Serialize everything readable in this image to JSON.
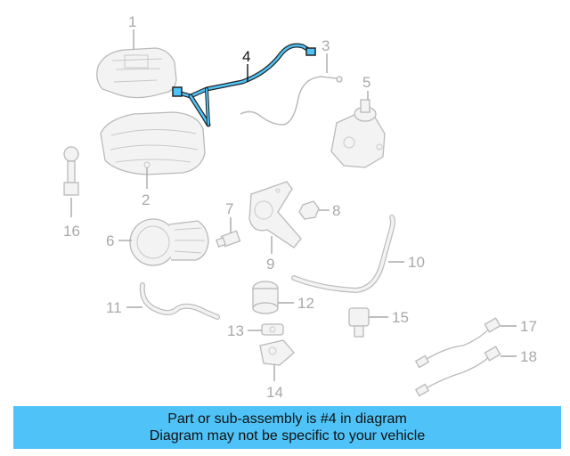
{
  "diagram": {
    "highlight_color": "#4fc3f7",
    "highlighted_part": "4",
    "callouts": [
      {
        "id": "1",
        "label": "1"
      },
      {
        "id": "2",
        "label": "2"
      },
      {
        "id": "3",
        "label": "3"
      },
      {
        "id": "4",
        "label": "4"
      },
      {
        "id": "5",
        "label": "5"
      },
      {
        "id": "6",
        "label": "6"
      },
      {
        "id": "7",
        "label": "7"
      },
      {
        "id": "8",
        "label": "8"
      },
      {
        "id": "9",
        "label": "9"
      },
      {
        "id": "10",
        "label": "10"
      },
      {
        "id": "11",
        "label": "11"
      },
      {
        "id": "12",
        "label": "12"
      },
      {
        "id": "13",
        "label": "13"
      },
      {
        "id": "14",
        "label": "14"
      },
      {
        "id": "15",
        "label": "15"
      },
      {
        "id": "16",
        "label": "16"
      },
      {
        "id": "17",
        "label": "17"
      },
      {
        "id": "18",
        "label": "18"
      }
    ]
  },
  "banner": {
    "line1": "Part or sub-assembly is #4 in diagram",
    "line2": "Diagram may not be specific to your vehicle",
    "color": "#4fc3f7"
  }
}
